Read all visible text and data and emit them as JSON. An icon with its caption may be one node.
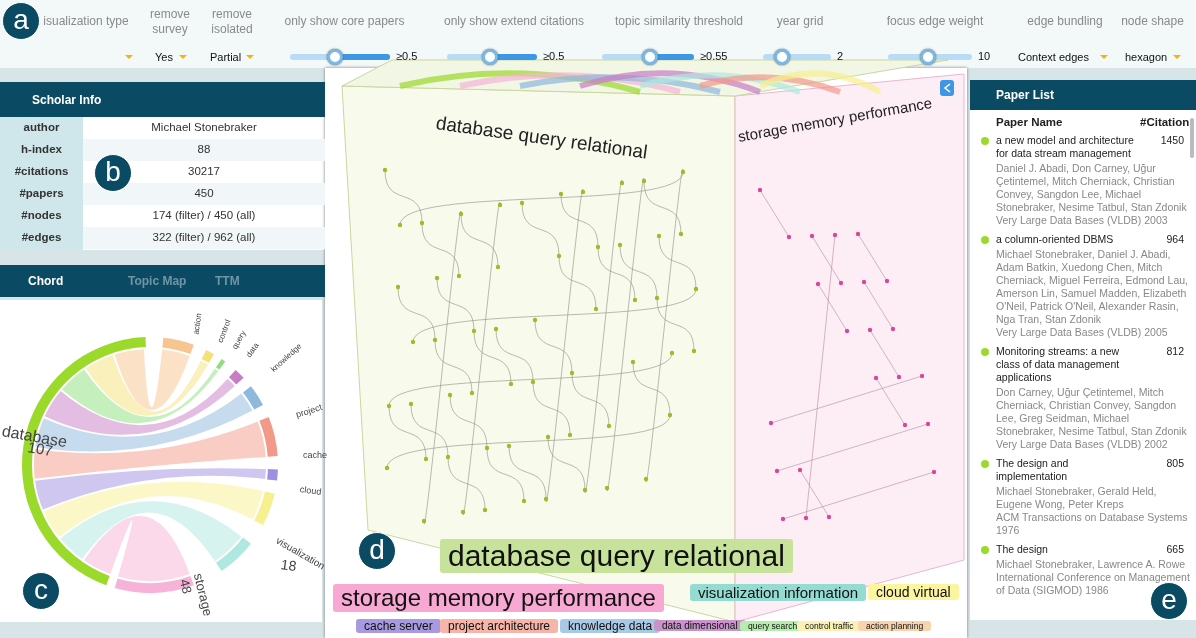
{
  "diagram": {
    "labels": [
      "a",
      "isualization type",
      "remove survey",
      "remove isolated",
      "only show core papers",
      "only show extend citations",
      "topic similarity threshold",
      "year grid",
      "focus edge weight",
      "edge bundling",
      "node shape",
      "Yes",
      "Partial",
      "≥0.5",
      "≥0.5",
      "≥0.55",
      "2",
      "10",
      "Context edges",
      "hexagon",
      "Scholar Info",
      "author",
      "Michael Stonebraker",
      "h-index",
      "88",
      "#citations",
      "30217",
      "#papers",
      "450",
      "#nodes",
      "174 (filter) / 450 (all)",
      "#edges",
      "322 (filter) / 962 (all)",
      "b",
      "Chord",
      "Topic Map",
      "TTM",
      "action",
      "control",
      "query",
      "data",
      "knowledge",
      "project",
      "cache",
      "cloud",
      "visualization",
      "18",
      "storage",
      "48",
      "database",
      "107",
      "c",
      "database query relational",
      "storage memory performance",
      "d",
      "database query relational",
      "storage memory performance",
      "visualization information",
      "cloud virtual",
      "cache server",
      "project architecture",
      "knowledge data",
      "data dimensional",
      "query search",
      "control traffic",
      "action planning",
      "Paper List",
      "Paper Name",
      "#Citation",
      "a new model and architecture for data stream management",
      "1450",
      "Daniel J. Abadi, Don Carney, Uğur Çetintemel, Mitch Cherniack, Christian Convey, Sangdon Lee, Michael Stonebraker, Nesime Tatbul, Stan Zdonik",
      "Very Large Data Bases (VLDB) 2003",
      "a column-oriented DBMS",
      "964",
      "Michael Stonebraker, Daniel J. Abadi, Adam Batkin, Xuedong Chen, Mitch Cherniack, Miguel Ferreira, Edmond Lau, Amerson Lin, Samuel Madden, Elizabeth O'Neil, Patrick O'Neil, Alexander Rasin, Nga Tran, Stan Zdonik",
      "Very Large Data Bases (VLDB) 2005",
      "Monitoring streams: a new class of data management applications",
      "812",
      "Don Carney, Uğur Çetintemel, Mitch Cherniack, Christian Convey, Sangdon Lee, Greg Seidman, Michael Stonebraker, Nesime Tatbul, Stan Zdonik",
      "Very Large Data Bases (VLDB) 2002",
      "The design and implementation",
      "805",
      "Michael Stonebraker, Gerald Held, Eugene Wong, Peter Kreps",
      "ACM Transactions on Database Systems 1976",
      "The design",
      "665",
      "Michael Stonebraker, Lawrence A. Rowe",
      "International Conference on Management of Data (SIGMOD) 1986",
      "e"
    ]
  }
}
